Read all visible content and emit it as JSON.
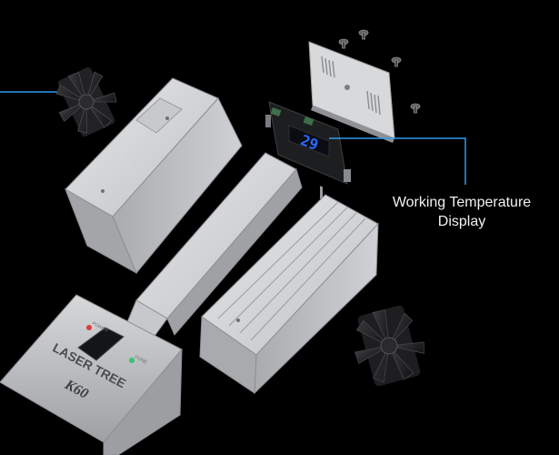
{
  "callout": {
    "line1": "Working Temperature",
    "line2": "Display",
    "line_color": "#2f9bea"
  },
  "display": {
    "reading": "29",
    "digit_color": "#2a6cff"
  },
  "module": {
    "brand": "LASER TREE",
    "model": "K60",
    "led_left_label": "POWER",
    "led_right_label": "DONE"
  },
  "colors": {
    "background": "#000000",
    "metal_light": "#d9dadc",
    "metal_mid": "#b7b9bc",
    "metal_dark": "#8d8f93",
    "fan_dark": "#1c1c1e"
  },
  "icons": [
    "fan-icon",
    "fan-icon",
    "screw-icon",
    "circuit-board-icon",
    "cover-plate-icon"
  ]
}
